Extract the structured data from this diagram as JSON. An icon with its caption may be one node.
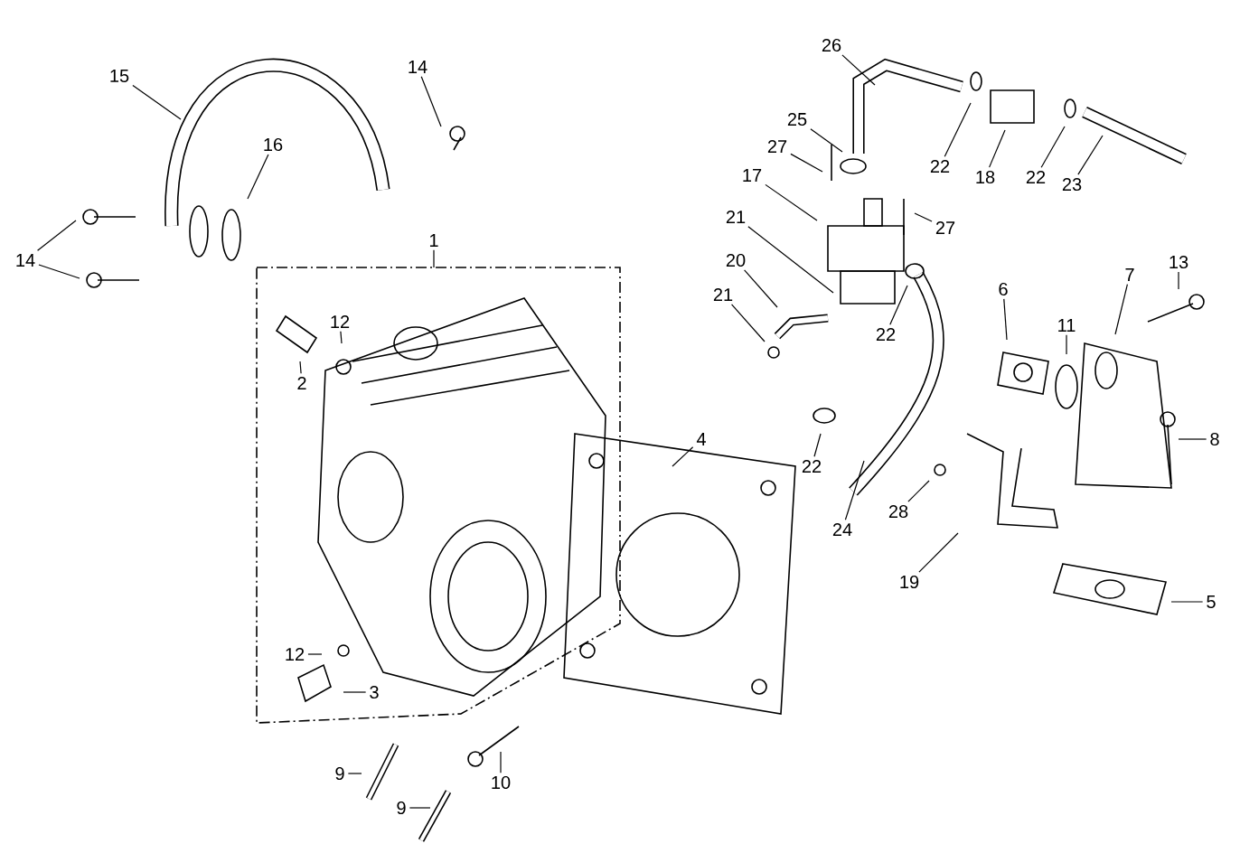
{
  "diagram": {
    "nodes": [
      {
        "text": [
          "26"
        ]
      },
      {
        "text": [
          "14"
        ]
      },
      {
        "text": [
          "15"
        ]
      },
      {
        "text": [
          "25"
        ]
      },
      {
        "text": [
          "16"
        ]
      },
      {
        "text": [
          "27"
        ]
      },
      {
        "text": [
          "22"
        ]
      },
      {
        "text": [
          "17"
        ]
      },
      {
        "text": [
          "18"
        ]
      },
      {
        "text": [
          "22"
        ]
      },
      {
        "text": [
          "23"
        ]
      },
      {
        "text": [
          "21"
        ]
      },
      {
        "text": [
          "27"
        ]
      },
      {
        "text": [
          "1"
        ]
      },
      {
        "text": [
          "14"
        ]
      },
      {
        "text": [
          "20"
        ]
      },
      {
        "text": [
          "13"
        ]
      },
      {
        "text": [
          "7"
        ]
      },
      {
        "text": [
          "6"
        ]
      },
      {
        "text": [
          "21"
        ]
      },
      {
        "text": [
          "12"
        ]
      },
      {
        "text": [
          "11"
        ]
      },
      {
        "text": [
          "22"
        ]
      },
      {
        "text": [
          "2"
        ]
      },
      {
        "text": [
          "4"
        ]
      },
      {
        "text": [
          "8"
        ]
      },
      {
        "text": [
          "22"
        ]
      },
      {
        "text": [
          "28"
        ]
      },
      {
        "text": [
          "24"
        ]
      },
      {
        "text": [
          "19"
        ]
      },
      {
        "text": [
          "5"
        ]
      },
      {
        "text": [
          "12"
        ]
      },
      {
        "text": [
          "3"
        ]
      },
      {
        "text": [
          "9"
        ]
      },
      {
        "text": [
          "10"
        ]
      },
      {
        "text": [
          "9"
        ]
      }
    ],
    "edges": [
      {
        "from": 0,
        "to": null,
        "arrow": "none"
      },
      {
        "from": 1,
        "to": null,
        "arrow": "none"
      },
      {
        "from": 2,
        "to": null,
        "arrow": "none"
      },
      {
        "from": 3,
        "to": null,
        "arrow": "none"
      },
      {
        "from": 4,
        "to": null,
        "arrow": "none"
      },
      {
        "from": 5,
        "to": null,
        "arrow": "none"
      },
      {
        "from": 6,
        "to": null,
        "arrow": "none"
      },
      {
        "from": 7,
        "to": null,
        "arrow": "none"
      },
      {
        "from": 8,
        "to": null,
        "arrow": "none"
      },
      {
        "from": 9,
        "to": null,
        "arrow": "none"
      },
      {
        "from": 10,
        "to": null,
        "arrow": "none"
      },
      {
        "from": 11,
        "to": null,
        "arrow": "none"
      },
      {
        "from": 12,
        "to": null,
        "arrow": "none"
      },
      {
        "from": 13,
        "to": null,
        "arrow": "none"
      },
      {
        "from": 14,
        "to": null,
        "arrow": "none"
      },
      {
        "from": 14,
        "to": null,
        "arrow": "none"
      },
      {
        "from": 15,
        "to": null,
        "arrow": "none"
      },
      {
        "from": 16,
        "to": null,
        "arrow": "none"
      },
      {
        "from": 17,
        "to": null,
        "arrow": "none"
      },
      {
        "from": 18,
        "to": null,
        "arrow": "none"
      },
      {
        "from": 19,
        "to": null,
        "arrow": "none"
      },
      {
        "from": 20,
        "to": null,
        "arrow": "none"
      },
      {
        "from": 21,
        "to": null,
        "arrow": "none"
      },
      {
        "from": 22,
        "to": null,
        "arrow": "none"
      },
      {
        "from": 23,
        "to": null,
        "arrow": "none"
      },
      {
        "from": 24,
        "to": null,
        "arrow": "none"
      },
      {
        "from": 25,
        "to": null,
        "arrow": "none"
      },
      {
        "from": 26,
        "to": null,
        "arrow": "none"
      },
      {
        "from": 27,
        "to": null,
        "arrow": "none"
      },
      {
        "from": 28,
        "to": null,
        "arrow": "none"
      },
      {
        "from": 29,
        "to": null,
        "arrow": "none"
      },
      {
        "from": 30,
        "to": null,
        "arrow": "none"
      },
      {
        "from": 31,
        "to": null,
        "arrow": "none"
      },
      {
        "from": 32,
        "to": null,
        "arrow": "none"
      },
      {
        "from": 33,
        "to": null,
        "arrow": "none"
      },
      {
        "from": 34,
        "to": null,
        "arrow": "none"
      },
      {
        "from": 35,
        "to": null,
        "arrow": "none"
      }
    ]
  }
}
